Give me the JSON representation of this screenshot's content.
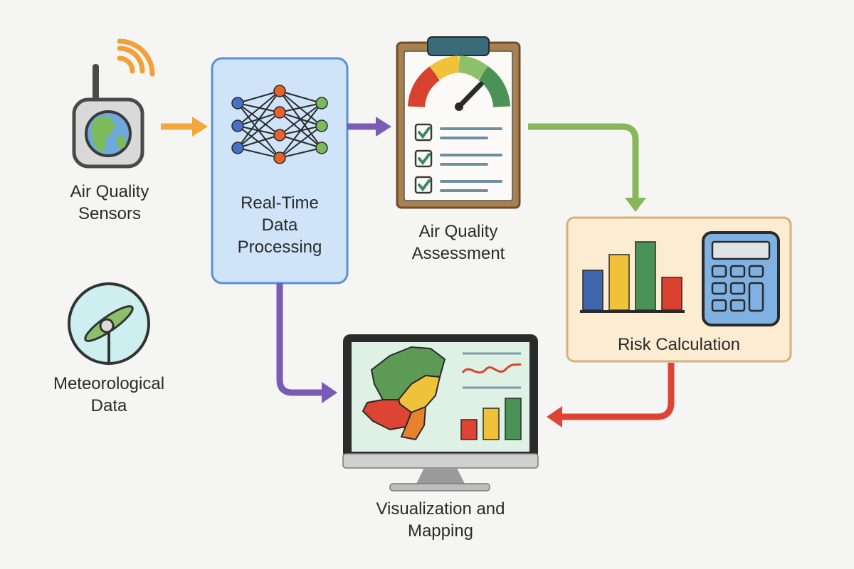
{
  "nodes": {
    "sensors": {
      "lines": [
        "Air Quality",
        "Sensors"
      ]
    },
    "meteorological": {
      "lines": [
        "Meteorological",
        "Data"
      ]
    },
    "processing": {
      "lines": [
        "Real-Time",
        "Data",
        "Processing"
      ]
    },
    "assessment": {
      "lines": [
        "Air Quality",
        "Assessment"
      ]
    },
    "risk": {
      "lines": [
        "Risk Calculation"
      ]
    },
    "visualization": {
      "lines": [
        "Visualization and",
        "Mapping"
      ]
    }
  },
  "icons": {
    "sensors": "sensor-device-icon",
    "meteorological": "wind-turbine-icon",
    "processing": "neural-network-icon",
    "assessment": "clipboard-gauge-icon",
    "risk": "bar-chart-calculator-icon",
    "visualization": "monitor-map-icon"
  },
  "colors": {
    "arrow_orange": "#f4a73a",
    "arrow_purple": "#7a5bb5",
    "arrow_green": "#86b85a",
    "arrow_red": "#dd4433",
    "processing_fill": "#cfe4f8",
    "processing_border": "#5b8fd6",
    "risk_fill": "#fbecd2",
    "risk_border": "#d8b07a"
  }
}
